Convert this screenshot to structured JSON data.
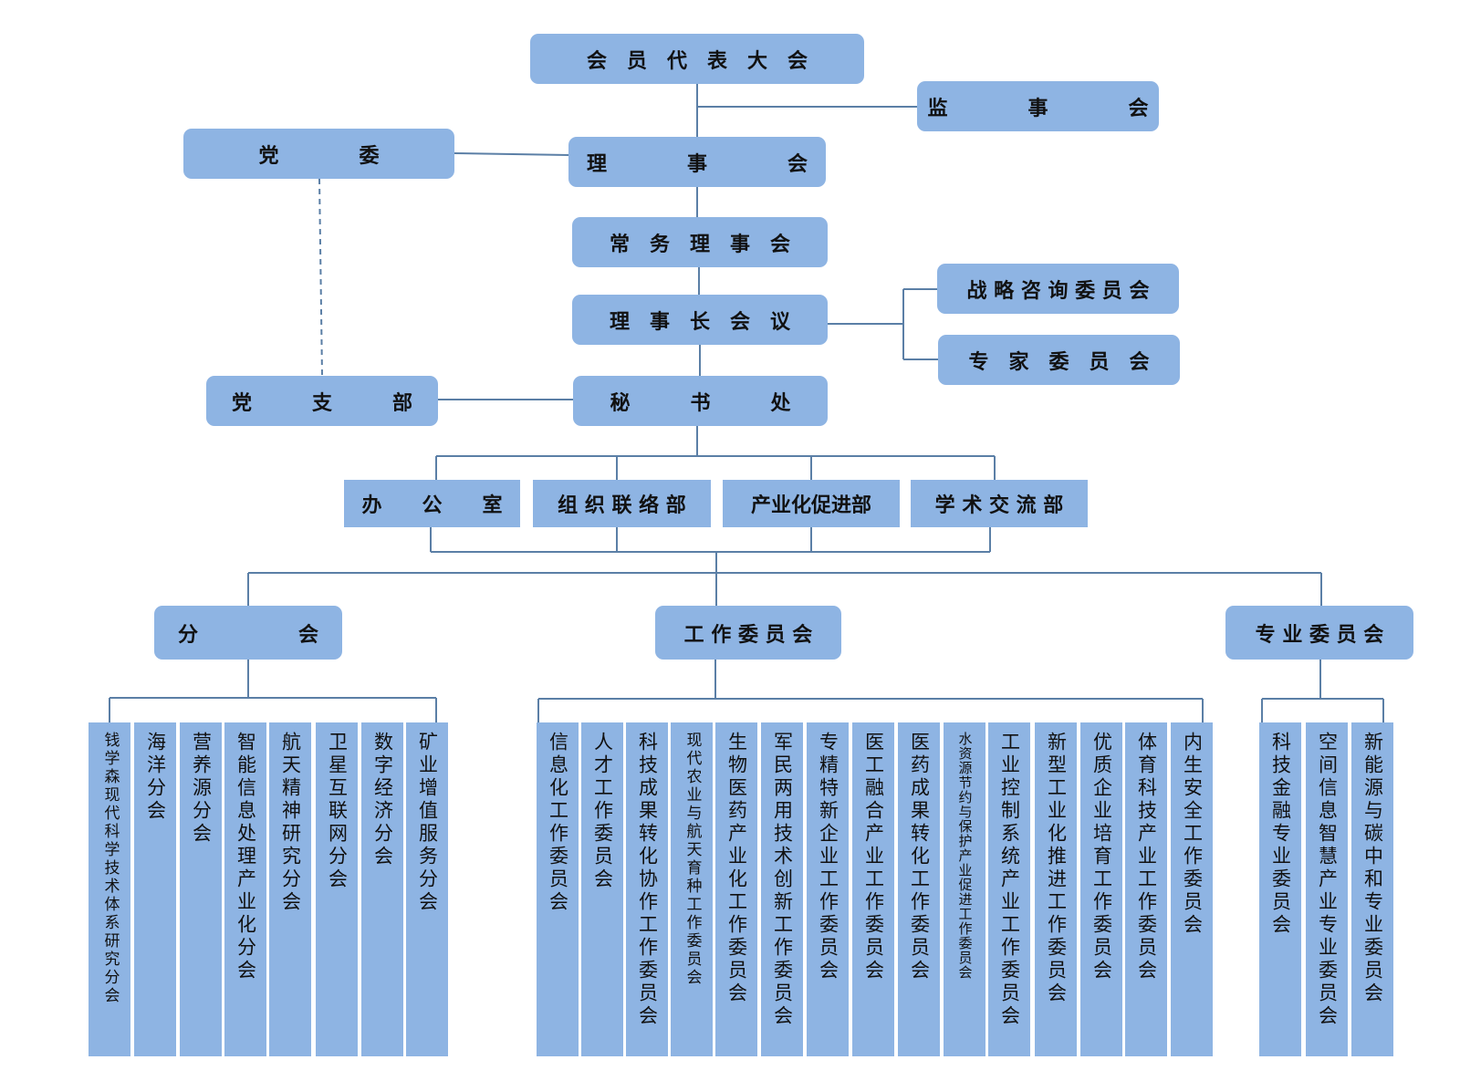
{
  "top": {
    "congress": "会　员　代　表　大　会",
    "supervisors": "监　　　　事　　　　会",
    "party_committee": "党　　　　委",
    "council": "理　　　　事　　　　会",
    "standing_council": "常　务　理　事　会",
    "chairman_meeting": "理　事　长　会　议",
    "strategy_committee": "战 略 咨 询 委 员 会",
    "expert_committee": "专　家　委　员　会",
    "party_branch": "党　　　支　　　部",
    "secretariat": "秘　　　书　　　处"
  },
  "departments": [
    "办　　公　　室",
    "组 织 联 络 部",
    "产业化促进部",
    "学 术 交 流 部"
  ],
  "groups": {
    "branches": "分　　　　　会",
    "work_committees": "工 作 委 员 会",
    "pro_committees": "专 业 委 员 会"
  },
  "branch_items": [
    "钱学森现代科学技术体系研究分会",
    "海洋分会",
    "营养源分会",
    "智能信息处理产业化分会",
    "航天精神研究分会",
    "卫星互联网分会",
    "数字经济分会",
    "矿业增值服务分会"
  ],
  "work_items": [
    "信息化工作委员会",
    "人才工作委员会",
    "科技成果转化协作工作委员会",
    "现代农业与航天育种工作委员会",
    "生物医药产业化工作委员会",
    "军民两用技术创新工作委员会",
    "专精特新企业工作委员会",
    "医工融合产业工作委员会",
    "医药成果转化工作委员会",
    "水资源节约与保护产业促进工作委员会",
    "工业控制系统产业工作委员会",
    "新型工业化推进工作委员会",
    "优质企业培育工作委员会",
    "体育科技产业工作委员会",
    "内生安全工作委员会"
  ],
  "pro_items": [
    "科技金融专业委员会",
    "空间信息智慧产业专业委员会",
    "新能源与碳中和专业委员会"
  ],
  "colors": {
    "box_fill": "#8eb4e3",
    "connector": "#5b7fa6"
  }
}
